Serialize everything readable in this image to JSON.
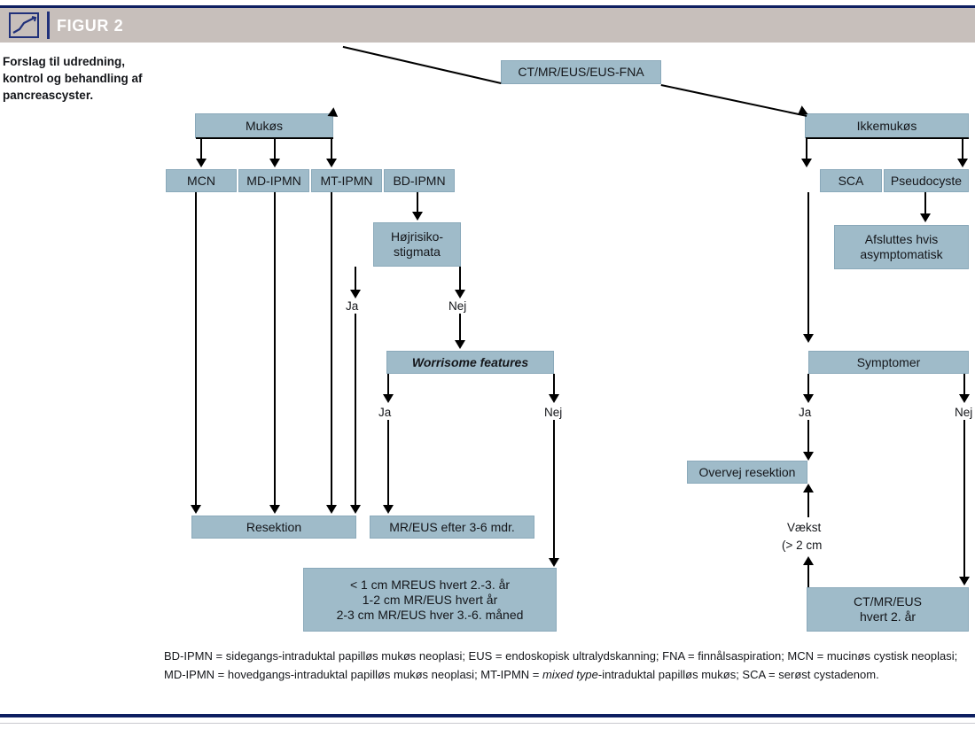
{
  "header": {
    "title": "FIGUR 2",
    "icon": "line-chart-icon",
    "band_color": "#c7bfbb",
    "rule_color": "#0e1f61"
  },
  "caption": "Forslag til udredning, kontrol og behandling af pancreascyster.",
  "theme": {
    "box_fill": "#9fbbc9",
    "box_border": "#8aa9ba",
    "connector": "#000000"
  },
  "flowchart": {
    "type": "flowchart",
    "nodes": {
      "root": "CT/MR/EUS/EUS-FNA",
      "mukos": "Mukøs",
      "ikkemukos": "Ikkemukøs",
      "mcn": "MCN",
      "md_ipmn": "MD-IPMN",
      "mt_ipmn": "MT-IPMN",
      "bd_ipmn": "BD-IPMN",
      "sca": "SCA",
      "pseudocyste": "Pseudocyste",
      "hojrisiko": [
        "Højrisiko-",
        "stigmata"
      ],
      "afsluttes": [
        "Afsluttes hvis",
        "asymptomatisk"
      ],
      "worrisome": "Worrisome features",
      "symptomer": "Symptomer",
      "overvej": "Overvej resektion",
      "resektion": "Resektion",
      "mr_eus_36": "MR/EUS efter 3-6 mdr.",
      "surveillance": [
        "< 1 cm MREUS hvert 2.-3. år",
        "1-2 cm MR/EUS hvert år",
        "2-3 cm MR/EUS hver 3.-6. måned"
      ],
      "ct_mr_eus_2ar": [
        "CT/MR/EUS",
        "hvert 2. år"
      ]
    },
    "edge_labels": {
      "hojrisiko_ja": "Ja",
      "hojrisiko_nej": "Nej",
      "worrisome_ja": "Ja",
      "worrisome_nej": "Nej",
      "symptomer_ja": "Ja",
      "symptomer_nej": "Nej",
      "vaekst_l1": "Vækst",
      "vaekst_l2": "(> 2 cm"
    }
  },
  "footnote": {
    "p1": "BD-IPMN = sidegangs-intraduktal papilløs mukøs neoplasi; EUS = endoskopisk ultralydskanning; FNA = finnålsaspiration; MCN = mucinøs cystisk neoplasi; MD-IPMN = hovedgangs-intraduktal papilløs mukøs neoplasi; MT-IPMN = ",
    "italic": "mixed type",
    "p2": "-intraduktal papilløs mukøs; SCA = serøst cystadenom."
  }
}
